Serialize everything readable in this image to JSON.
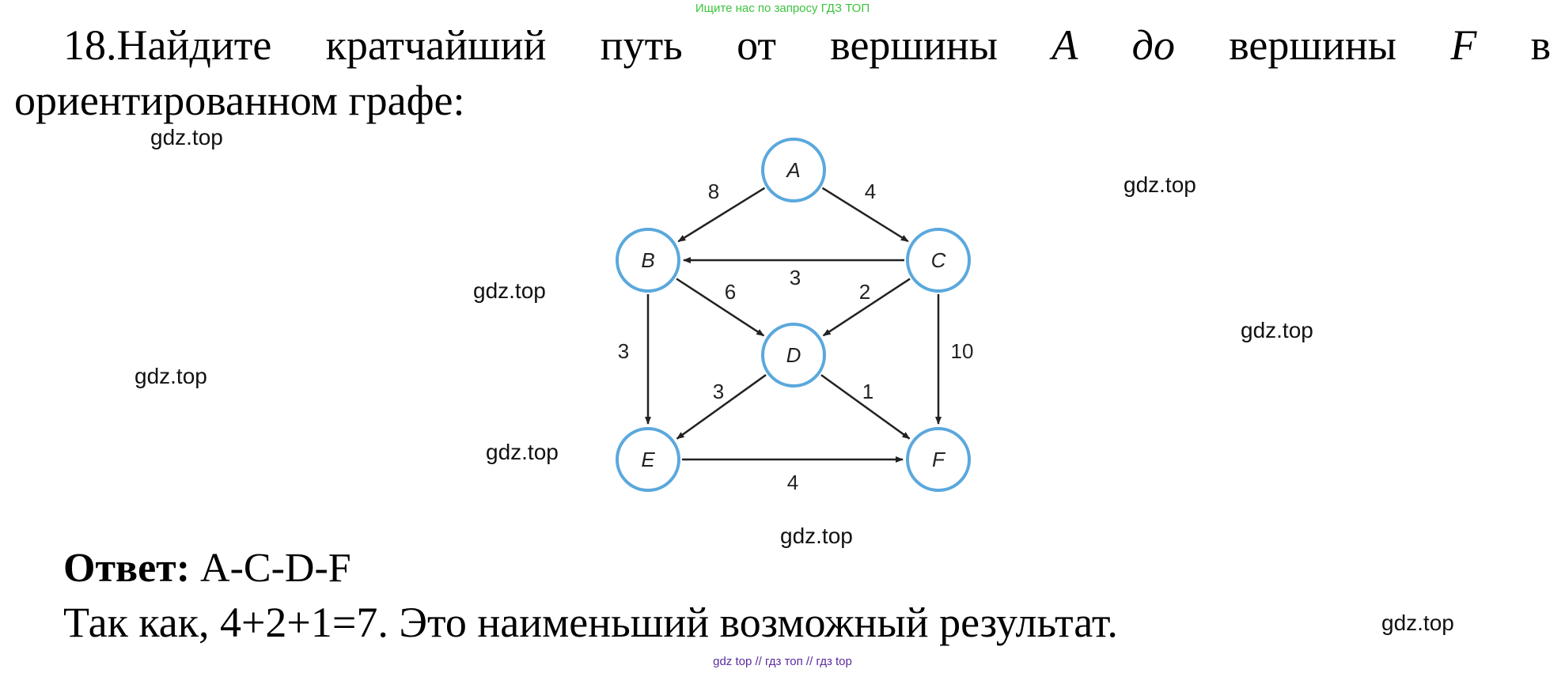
{
  "banners": {
    "top": "Ищите нас по запросу ГДЗ ТОП",
    "bottom": "gdz top  //  гдз топ  //  гдз top"
  },
  "question": {
    "number": "18.",
    "w1": "Найдите",
    "w2": "кратчайший",
    "w3": "путь",
    "w4": "от",
    "w5": "вершины",
    "var_from": "A",
    "w6": "до",
    "w7": "вершины",
    "var_to": "F",
    "w8": "в",
    "line2": "ориентированном графе:"
  },
  "graph": {
    "nodes": {
      "A": "A",
      "B": "B",
      "C": "C",
      "D": "D",
      "E": "E",
      "F": "F"
    },
    "edges": [
      {
        "from": "A",
        "to": "B",
        "weight": "8"
      },
      {
        "from": "A",
        "to": "C",
        "weight": "4"
      },
      {
        "from": "C",
        "to": "B",
        "weight": "3"
      },
      {
        "from": "B",
        "to": "D",
        "weight": "6"
      },
      {
        "from": "C",
        "to": "D",
        "weight": "2"
      },
      {
        "from": "B",
        "to": "E",
        "weight": "3"
      },
      {
        "from": "C",
        "to": "F",
        "weight": "10"
      },
      {
        "from": "D",
        "to": "E",
        "weight": "3"
      },
      {
        "from": "D",
        "to": "F",
        "weight": "1"
      },
      {
        "from": "E",
        "to": "F",
        "weight": "4"
      }
    ],
    "node_color": "#5aa8dd"
  },
  "answer": {
    "label": "Ответ:",
    "value": " A-C-D-F"
  },
  "explanation": "Так как, 4+2+1=7. Это наименьший возможный результат.",
  "watermarks": [
    "gdz.top",
    "gdz.top",
    "gdz.top",
    "gdz.top",
    "gdz.top",
    "gdz.top",
    "gdz.top",
    "gdz.top"
  ]
}
